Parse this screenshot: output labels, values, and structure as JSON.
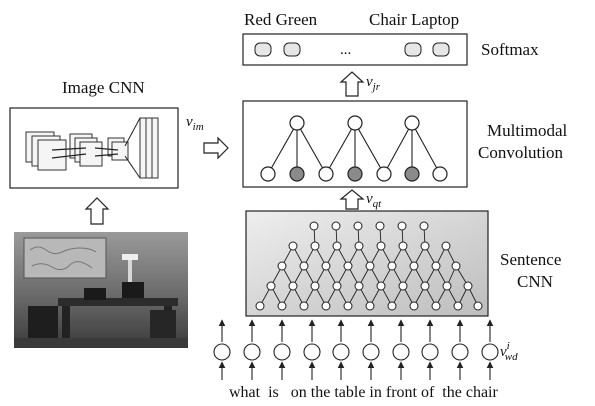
{
  "top_labels": {
    "left": "Red Green",
    "right": "Chair Laptop"
  },
  "softmax": {
    "label": "Softmax",
    "ellipsis": "..."
  },
  "image_cnn": {
    "label": "Image CNN"
  },
  "multimodal": {
    "line1": "Multimodal",
    "line2": "Convolution"
  },
  "sentence_cnn": {
    "line1": "Sentence",
    "line2": "CNN"
  },
  "vectors": {
    "im": {
      "base": "v",
      "sub": "im"
    },
    "jr": {
      "base": "v",
      "sub": "jr"
    },
    "qt": {
      "base": "v",
      "sub": "qt"
    },
    "wd": {
      "base": "v",
      "sup": "i",
      "sub": "wd"
    }
  },
  "sentence_words": "what  is   on the table in front of  the chair",
  "colors": {
    "node_gray": "#8a8a8a",
    "panel_gray": "#d8d8d8",
    "stroke": "#222222"
  }
}
